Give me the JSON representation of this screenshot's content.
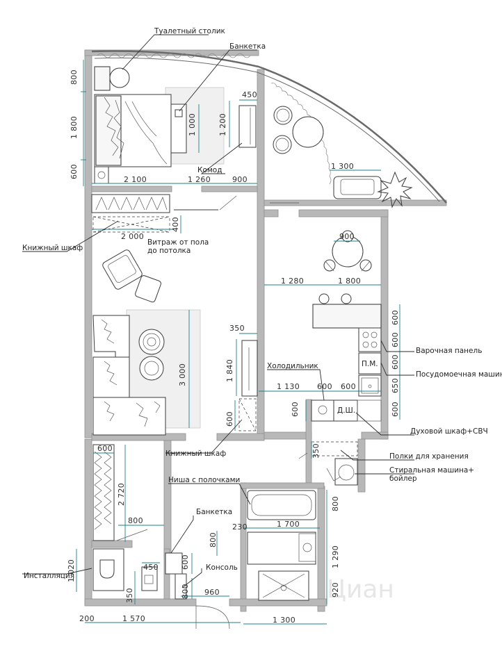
{
  "labels": {
    "vanity_table": "Туалетный столик",
    "bench_top": "Банкетка",
    "dresser": "Комод",
    "bookcase_left": "Книжный шкаф",
    "stained_glass": "Витраж от пола",
    "stained_glass_2": "до потолка",
    "fridge": "Холодильник",
    "hob": "Варочная панель",
    "dishwasher": "Посудомоечная машина",
    "oven": "Духовой шкаф+СВЧ",
    "bookcase_bottom": "Книжный шкаф",
    "storage_shelves": "Полки для хранения",
    "washer": "Стиральная машина+",
    "washer_2": "бойлер",
    "niche": "Ниша с полочками",
    "bench_bottom": "Банкетка",
    "console": "Консоль",
    "installation": "Инсталляция",
    "pm_mark": "П.М.",
    "dw_mark": "Д.Ш.",
    "watermark": "Циан"
  },
  "dimensions": {
    "d800_top": "800",
    "d1800": "1 800",
    "d600_bed": "600",
    "d450_top": "450",
    "d1000": "1 000",
    "d1200": "1 200",
    "d2100": "2 100",
    "d1260": "1 260",
    "d900_top": "900",
    "d1300_balcony": "1 300",
    "d400": "400",
    "d2000": "2 000",
    "d900_table": "900",
    "d1280": "1 280",
    "d1800_kitchen": "1 800",
    "d600_k1": "600",
    "d600_k2": "600",
    "d600_k3": "600",
    "d650": "650",
    "d600_k4": "600",
    "d350_liv": "350",
    "d3000": "3 000",
    "d1840": "1 840",
    "d600_liv": "600",
    "d1130": "1 130",
    "d600_f1": "600",
    "d600_f2": "600",
    "d600_fv": "600",
    "d600_hall": "600",
    "d2720": "2 720",
    "d350_store": "350",
    "d800_hall": "800",
    "d800_bath": "800",
    "d230": "230",
    "d1700": "1 700",
    "d1290": "1 290",
    "d800_b2": "800",
    "d450_wc": "450",
    "d600_cons": "600",
    "d1020": "1 020",
    "d350_wc": "350",
    "d800_cons": "800",
    "d960": "960",
    "d920": "920",
    "d200": "200",
    "d1570": "1 570",
    "d1300_bottom": "1 300"
  }
}
